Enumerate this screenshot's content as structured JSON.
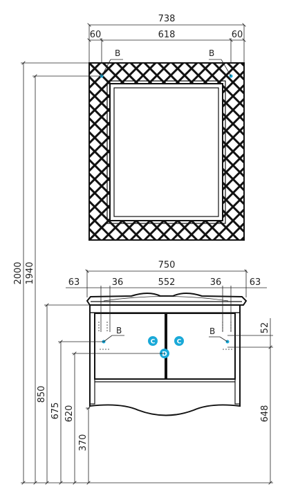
{
  "mirror": {
    "dims": {
      "total_width": "738",
      "side_left": "60",
      "inner_width": "618",
      "side_right": "60"
    },
    "labels": {
      "left": "B",
      "right": "B"
    }
  },
  "cabinet": {
    "dims": {
      "total_width": "750",
      "side_left": "63",
      "gap_left": "36",
      "inner_width": "552",
      "gap_right": "36",
      "side_right": "63"
    },
    "labels": {
      "b_left": "B",
      "b_right": "B",
      "c_left": "C",
      "c_right": "C",
      "d": "D"
    }
  },
  "vertical_dims": {
    "h2000": "2000",
    "h1940": "1940",
    "h850": "850",
    "h675": "675",
    "h620": "620",
    "h370": "370",
    "h648": "648",
    "h52": "52"
  },
  "colors": {
    "marker": "#1aa9d8",
    "line": "#222222"
  }
}
